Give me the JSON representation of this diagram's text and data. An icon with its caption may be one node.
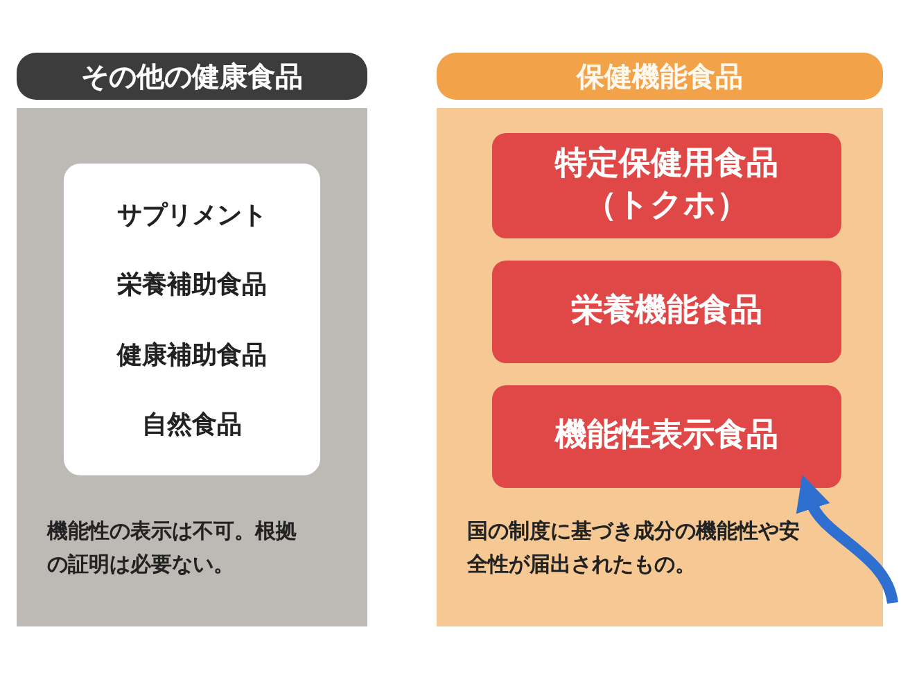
{
  "diagram": {
    "nodes": [
      {
        "text": [
          "その他の健康食品",
          "機能性の表示は不可。根拠の証明は必要ない。"
        ]
      },
      {
        "text": [
          "サプリメント",
          "栄養補助食品",
          "健康補助食品",
          "自然食品"
        ],
        "in": 0
      },
      {
        "text": [
          "保健機能食品",
          "国の制度に基づき成分の機能性や安全性が届出されたもの。"
        ]
      },
      {
        "text": [
          "特定保健用食品（トクホ）"
        ],
        "in": 2
      },
      {
        "text": [
          "栄養機能食品"
        ],
        "in": 2
      },
      {
        "text": [
          "機能性表示食品"
        ],
        "in": 2
      }
    ],
    "edges": [
      {
        "from": null,
        "to": 5,
        "arrow": "to",
        "color": "#2f6fd0"
      }
    ]
  }
}
